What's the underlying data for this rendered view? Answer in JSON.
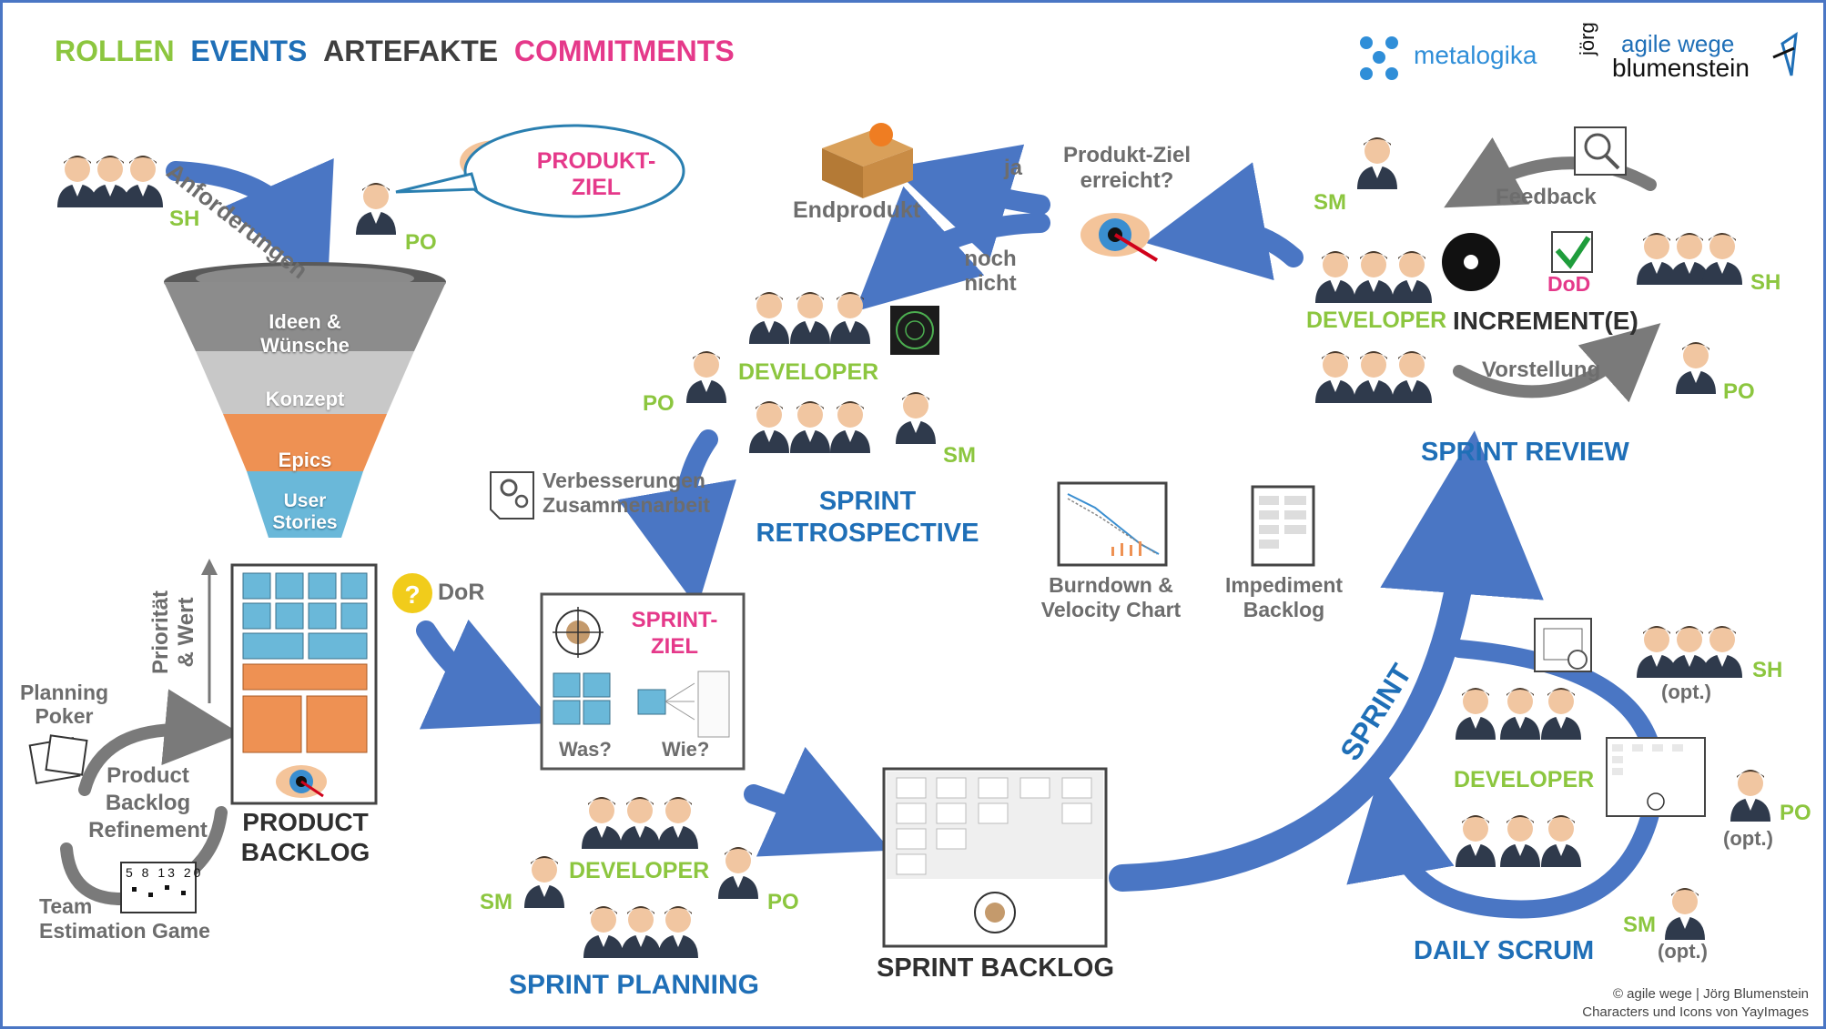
{
  "legend": {
    "rollen": "ROLLEN",
    "events": "EVENTS",
    "artefakte": "ARTEFAKTE",
    "commitments": "COMMITMENTS"
  },
  "logos": {
    "metalogika": "metalogika",
    "agile_wege_line1": "agile wege",
    "agile_wege_line2": "blumenstein",
    "joerg": "jörg"
  },
  "colors": {
    "roles": "#8cc63f",
    "events": "#1f6fb7",
    "artifacts": "#3f3f3f",
    "commitments": "#e5398a",
    "arrow": "#4a76c4"
  },
  "left": {
    "anforderungen": "Anforderungen",
    "sh": "SH",
    "po": "PO",
    "produktziel_line1": "PRODUKT-",
    "produktziel_line2": "ZIEL",
    "funnel": [
      "Ideen &",
      "Wünsche",
      "Konzept",
      "Epics",
      "User",
      "Stories"
    ],
    "prioritaet_line1": "Priorität",
    "prioritaet_line2": "& Wert",
    "dor": "DoR",
    "planning_poker_line1": "Planning",
    "planning_poker_line2": "Poker",
    "pbr_line1": "Product",
    "pbr_line2": "Backlog",
    "pbr_line3": "Refinement",
    "product_backlog_line1": "PRODUCT",
    "product_backlog_line2": "BACKLOG",
    "team_estimation_line1": "Team",
    "team_estimation_line2": "Estimation Game",
    "estimation_cards": "5 8 13 20"
  },
  "planning": {
    "sprintziel_line1": "SPRINT-",
    "sprintziel_line2": "ZIEL",
    "was": "Was?",
    "wie": "Wie?",
    "sm": "SM",
    "po": "PO",
    "developer": "DEVELOPER",
    "title": "SPRINT PLANNING"
  },
  "sprint_backlog": {
    "title": "SPRINT BACKLOG"
  },
  "retro": {
    "po": "PO",
    "sm": "SM",
    "developer": "DEVELOPER",
    "verbesserungen_line1": "Verbesserungen",
    "verbesserungen_line2": "Zusammenarbeit",
    "title_line1": "SPRINT",
    "title_line2": "RETROSPECTIVE"
  },
  "top": {
    "endprodukt": "Endprodukt",
    "ja": "ja",
    "noch_line1": "noch",
    "noch_line2": "nicht",
    "frage_line1": "Produkt-Ziel",
    "frage_line2": "erreicht?"
  },
  "charts": {
    "burndown_line1": "Burndown &",
    "burndown_line2": "Velocity Chart",
    "impediment_line1": "Impediment",
    "impediment_line2": "Backlog"
  },
  "review": {
    "sm": "SM",
    "sh": "SH",
    "po": "PO",
    "developer": "DEVELOPER",
    "feedback": "Feedback",
    "dod": "DoD",
    "increment": "INCREMENT(E)",
    "vorstellung": "Vorstellung",
    "title": "SPRINT REVIEW"
  },
  "sprint": "SPRINT",
  "daily": {
    "sh": "SH",
    "sh_opt": "(opt.)",
    "po": "PO",
    "po_opt": "(opt.)",
    "sm": "SM",
    "sm_opt": "(opt.)",
    "developer": "DEVELOPER",
    "title": "DAILY SCRUM"
  },
  "footer": {
    "line1": "© agile wege | Jörg Blumenstein",
    "line2": "Characters und Icons von YayImages"
  }
}
